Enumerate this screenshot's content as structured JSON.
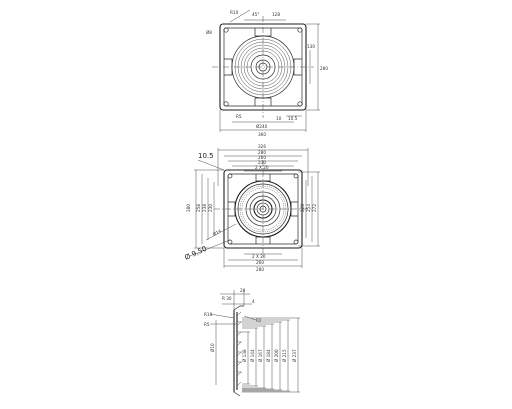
{
  "drawing": {
    "stroke": "#2b2b2b",
    "background": "#ffffff"
  },
  "view_top": {
    "labels": {
      "ang": "45°",
      "r1": "Ø8",
      "d128": "128",
      "r10": "R10",
      "w240": "Ø240",
      "w360": "360",
      "h280": "280",
      "h130": "130",
      "d10": "10",
      "d10b": "10.5",
      "r5": "R5"
    }
  },
  "view_mid": {
    "labels": {
      "left105": "10.5",
      "top326": "326",
      "top280": "280",
      "top260": "260",
      "top230": "230",
      "top2x20": "2 X 20",
      "v1": "280",
      "v2": "258",
      "v3": "238",
      "v4": "230",
      "v5": "228",
      "v6": "254",
      "v7": "272",
      "bot2x20": "2 X 20",
      "bot260": "260",
      "bot280": "280",
      "r14": "Ø14",
      "hole": "Ø 9,50"
    }
  },
  "view_side": {
    "labels": {
      "top20": "20",
      "top30": "R 30",
      "t4": "4",
      "r10": "R10",
      "r5": "R5",
      "r2": "R2",
      "left10": "Ø10",
      "d1": "Ø 138",
      "d2": "Ø 144",
      "d3": "Ø 167",
      "d4": "Ø 184",
      "d5": "Ø 200",
      "d6": "Ø 215",
      "d7": "Ø 237"
    }
  }
}
